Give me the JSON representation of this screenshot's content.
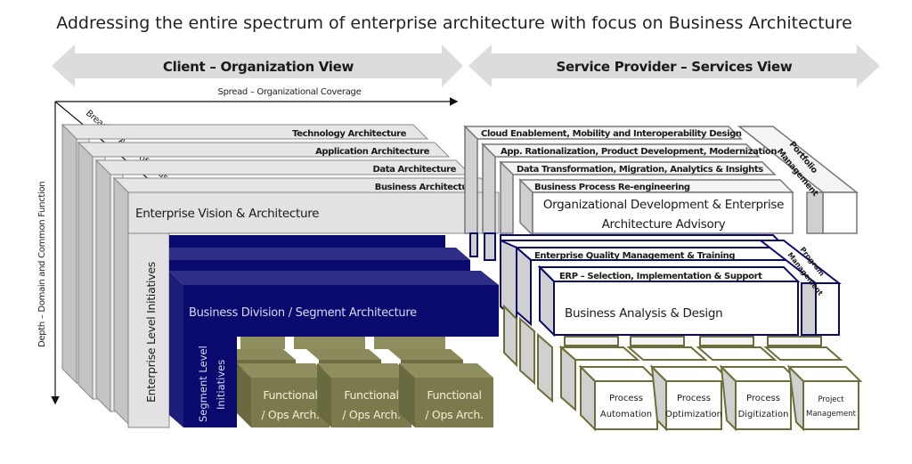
{
  "title": "Addressing the entire spectrum of enterprise architecture with focus on Business Architecture",
  "bands": {
    "left": "Client – Organization View",
    "right": "Service Provider – Services View"
  },
  "axes": {
    "spread": "Spread – Organizational Coverage",
    "breadth": "Breadth – Areas of Focus",
    "depth": "Depth – Domain and Common Function"
  },
  "client_view": {
    "architecture_layers": [
      "Technology Architecture",
      "Application Architecture",
      "Data Architecture",
      "Business Architecture"
    ],
    "enterprise_vision": "Enterprise Vision & Architecture",
    "enterprise_level": "Enterprise Level Initiatives",
    "business_division": "Business Division / Segment Architecture",
    "segment_level": [
      "Segment Level",
      "Initiatives"
    ],
    "functional_blocks": [
      [
        "Functional",
        "/ Ops Arch."
      ],
      [
        "Functional",
        "/ Ops Arch."
      ],
      [
        "Functional",
        "/ Ops Arch."
      ]
    ]
  },
  "services_view": {
    "strategic_layers": [
      "Cloud Enablement, Mobility and Interoperability Design",
      "App. Rationalization, Product Development, Modernization",
      "Data Transformation, Migration, Analytics & Insights",
      "Business Process Re-engineering"
    ],
    "strategic_main": [
      "Organizational Development & Enterprise",
      "Architecture Advisory"
    ],
    "portfolio": [
      "Portfolio",
      "Management"
    ],
    "delivery_layers": [
      "Enterprise Quality Management & Training",
      "ERP – Selection, Implementation & Support"
    ],
    "delivery_main": "Business Analysis & Design",
    "program": [
      "Program",
      "Management"
    ],
    "process_blocks": [
      [
        "Process",
        "Automation"
      ],
      [
        "Process",
        "Optimization"
      ],
      [
        "Process",
        "Digitization"
      ],
      [
        "Project",
        "Management"
      ]
    ]
  },
  "colors": {
    "gray_face": "#e2e2e2",
    "gray_side": "#c4c4c4",
    "navy": "#0a0a6e",
    "navy_top": "#2e2e86",
    "olive": "#7a7a4c",
    "olive_top": "#8e8e5e",
    "band_gray": "#dcdcdc"
  }
}
